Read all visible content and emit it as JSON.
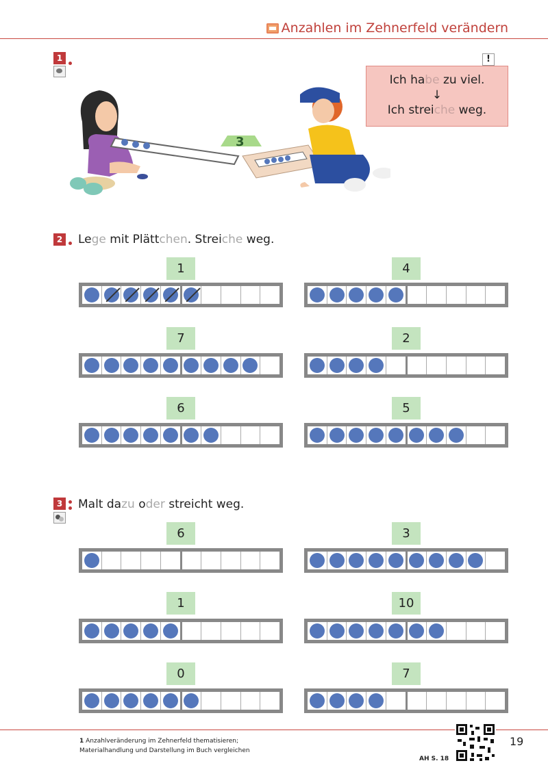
{
  "header": {
    "title": "Anzahlen im Zehnerfeld verändern"
  },
  "task1": {
    "number": "1",
    "illustration_number": "3",
    "hint_flag": "!",
    "hint_line1": {
      "a": "Ich ha",
      "b": "be",
      "c": " zu viel."
    },
    "hint_arrow": "↓",
    "hint_line2": {
      "a": "Ich strei",
      "b": "che",
      "c": " weg."
    }
  },
  "task2": {
    "number": "2",
    "instruction": {
      "p1": "Le",
      "p2": "ge",
      "p3": " mit Plätt",
      "p4": "chen",
      "p5": ". Strei",
      "p6": "che",
      "p7": " weg."
    },
    "items": [
      {
        "target": "1",
        "filled": 6,
        "struck": 5
      },
      {
        "target": "4",
        "filled": 5,
        "struck": 0
      },
      {
        "target": "7",
        "filled": 9,
        "struck": 0
      },
      {
        "target": "2",
        "filled": 4,
        "struck": 0
      },
      {
        "target": "6",
        "filled": 7,
        "struck": 0
      },
      {
        "target": "5",
        "filled": 8,
        "struck": 0
      }
    ]
  },
  "task3": {
    "number": "3",
    "instruction": {
      "p1": "Malt da",
      "p2": "zu",
      "p3": " o",
      "p4": "der",
      "p5": " streicht weg."
    },
    "items": [
      {
        "target": "6",
        "filled": 1
      },
      {
        "target": "3",
        "filled": 9
      },
      {
        "target": "1",
        "filled": 5
      },
      {
        "target": "10",
        "filled": 7
      },
      {
        "target": "0",
        "filled": 6
      },
      {
        "target": "7",
        "filled": 4
      }
    ]
  },
  "footer": {
    "note_number": "1",
    "note_line1": " Anzahlveränderung im Zehnerfeld thematisieren;",
    "note_line2": "Materialhandlung und Darstellung im Buch vergleichen",
    "ah_ref": "AH S. 18",
    "page_number": "19"
  },
  "colors": {
    "accent": "#c0393b",
    "dot": "#5577bb",
    "number_box": "#c4e4bf",
    "hint_box": "#f6c6c0"
  }
}
